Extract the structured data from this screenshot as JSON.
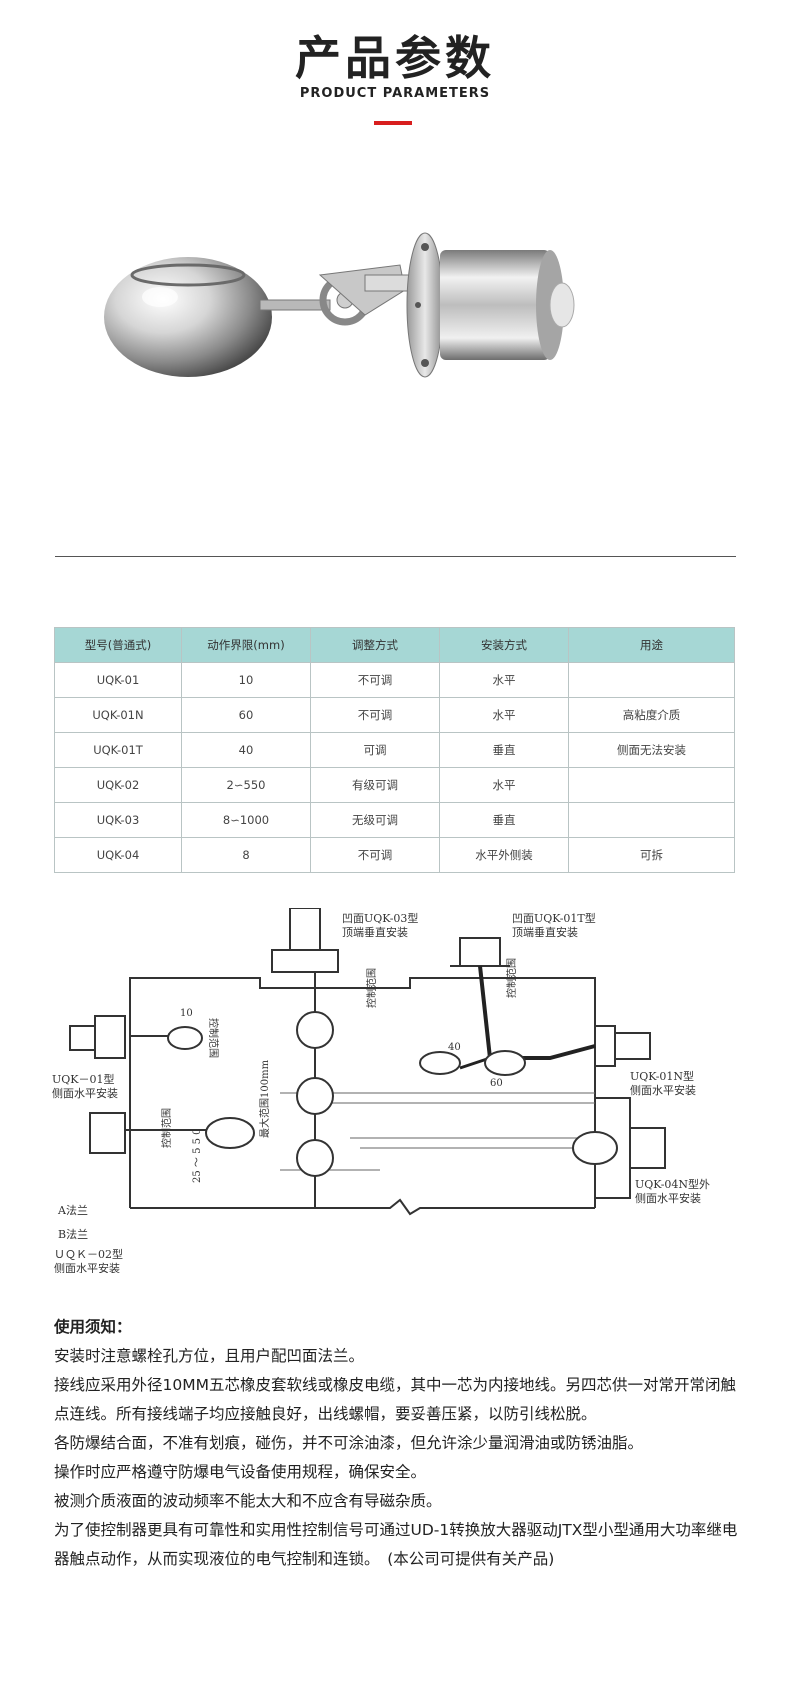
{
  "header": {
    "title_cn": "产品参数",
    "title_en": "PRODUCT PARAMETERS",
    "accent_color": "#d81e1e"
  },
  "product_image": {
    "icon": "float-level-switch-photo"
  },
  "table": {
    "header_color": "#a6d7d5",
    "columns": [
      "型号(普通式)",
      "动作界限(mm)",
      "调整方式",
      "安装方式",
      "用途"
    ],
    "rows": [
      [
        "UQK-01",
        "10",
        "不可调",
        "水平",
        ""
      ],
      [
        "UQK-01N",
        "60",
        "不可调",
        "水平",
        "高粘度介质"
      ],
      [
        "UQK-01T",
        "40",
        "可调",
        "垂直",
        "侧面无法安装"
      ],
      [
        "UQK-02",
        "2∽550",
        "有级可调",
        "水平",
        ""
      ],
      [
        "UQK-03",
        "8∽1000",
        "无级可调",
        "垂直",
        ""
      ],
      [
        "UQK-04",
        "8",
        "不可调",
        "水平外侧装",
        "可拆"
      ]
    ]
  },
  "diagram": {
    "labels": {
      "uqk03_line1": "凹面UQK-03型",
      "uqk03_line2": "顶端垂直安装",
      "uqk01t_line1": "凹面UQK-01T型",
      "uqk01t_line2": "顶端垂直安装",
      "uqk01_line1": "UQK－01型",
      "uqk01_line2": "侧面水平安装",
      "uqk01n_line1": "UQK-01N型",
      "uqk01n_line2": "侧面水平安装",
      "uqk04_line1": "UQK-04N型外",
      "uqk04_line2": "侧面水平安装",
      "uqk02_line1": "ＵＱＫ－02型",
      "uqk02_line2": "侧面水平安装",
      "flange_a": "A法兰",
      "flange_b": "B法兰",
      "ctrl_range_1": "控制范围",
      "ctrl_range_2": "控制范围",
      "ctrl_range_3": "控制范围",
      "ctrl_range_4": "控制范围",
      "max_range": "最大范围100mm",
      "range_25_550": "25 ～ 5 5 0",
      "val_10": "10",
      "val_40": "40",
      "val_60": "60"
    }
  },
  "notes": {
    "heading": "使用须知：",
    "items": [
      "安装时注意螺栓孔方位，且用户配凹面法兰。",
      "接线应采用外径10MM五芯橡皮套软线或橡皮电缆，其中一芯为内接地线。另四芯供一对常开常闭触点连线。所有接线端子均应接触良好，出线螺帽，要妥善压紧，以防引线松脱。",
      "各防爆结合面，不准有划痕，碰伤，并不可涂油漆，但允许涂少量润滑油或防锈油脂。",
      "操作时应严格遵守防爆电气设备使用规程，确保安全。",
      "被测介质液面的波动频率不能太大和不应含有导磁杂质。",
      "为了使控制器更具有可靠性和实用性控制信号可通过UD-1转换放大器驱动JTX型小型通用大功率继电器触点动作，从而实现液位的电气控制和连锁。　(本公司可提供有关产品)"
    ]
  }
}
